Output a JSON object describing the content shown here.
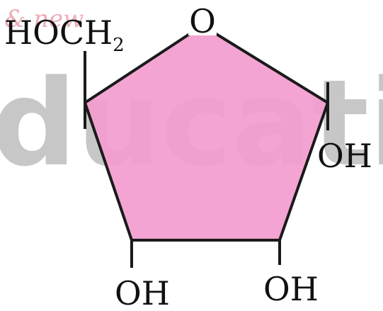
{
  "colors": {
    "ring_fill": "#F39DCF",
    "ring_stroke": "#1a1a1a",
    "watermark_gray": "#9a9a9a",
    "watermark_script": "#e89aa4",
    "label_text": "#111111"
  },
  "watermark": {
    "word": "ducatio",
    "script_text": "& new"
  },
  "labels": {
    "ring_oxygen": "O",
    "hoch2_main": "HOCH",
    "hoch2_sub": "2",
    "oh_right": "OH",
    "oh_bottom_left": "OH",
    "oh_bottom_right": "OH"
  }
}
